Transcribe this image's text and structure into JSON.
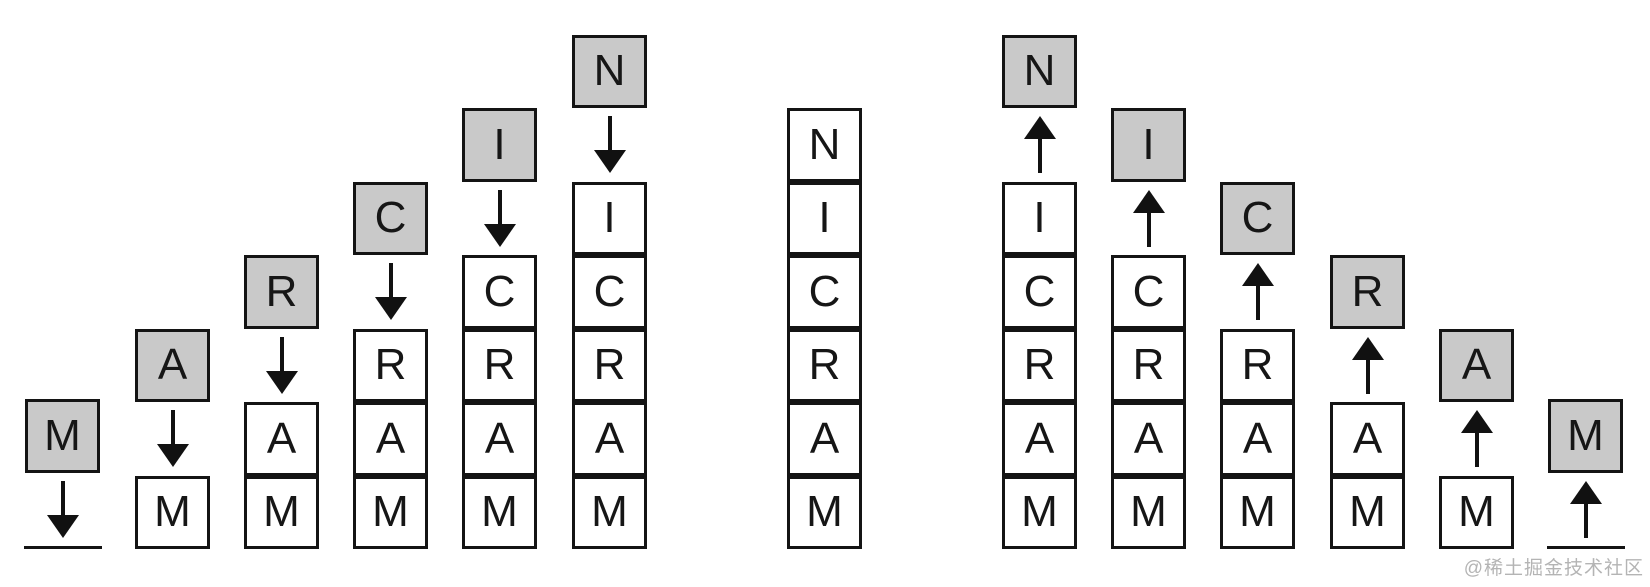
{
  "colors": {
    "background": "#ffffff",
    "cell_fill": "#ffffff",
    "moved_cell_fill": "#c9c9c9",
    "border": "#141414",
    "arrow": "#111111",
    "watermark": "#b4b4b4"
  },
  "watermark": {
    "text": "@稀土掘金技术社区"
  },
  "diagram": {
    "columns": [
      {
        "id": "push-1",
        "phase": "push",
        "moving": "M",
        "arrow": "down",
        "stack": [],
        "baseline": true
      },
      {
        "id": "push-2",
        "phase": "push",
        "moving": "A",
        "arrow": "down",
        "stack": [
          "M"
        ],
        "baseline": false
      },
      {
        "id": "push-3",
        "phase": "push",
        "moving": "R",
        "arrow": "down",
        "stack": [
          "A",
          "M"
        ],
        "baseline": false
      },
      {
        "id": "push-4",
        "phase": "push",
        "moving": "C",
        "arrow": "down",
        "stack": [
          "R",
          "A",
          "M"
        ],
        "baseline": false
      },
      {
        "id": "push-5",
        "phase": "push",
        "moving": "I",
        "arrow": "down",
        "stack": [
          "C",
          "R",
          "A",
          "M"
        ],
        "baseline": false
      },
      {
        "id": "push-6",
        "phase": "push",
        "moving": "N",
        "arrow": "down",
        "stack": [
          "I",
          "C",
          "R",
          "A",
          "M"
        ],
        "baseline": false
      },
      {
        "id": "full-stack",
        "phase": "stack",
        "moving": null,
        "arrow": null,
        "stack": [
          "N",
          "I",
          "C",
          "R",
          "A",
          "M"
        ],
        "baseline": false
      },
      {
        "id": "pop-1",
        "phase": "pop",
        "moving": "N",
        "arrow": "up",
        "stack": [
          "I",
          "C",
          "R",
          "A",
          "M"
        ],
        "baseline": false
      },
      {
        "id": "pop-2",
        "phase": "pop",
        "moving": "I",
        "arrow": "up",
        "stack": [
          "C",
          "R",
          "A",
          "M"
        ],
        "baseline": false
      },
      {
        "id": "pop-3",
        "phase": "pop",
        "moving": "C",
        "arrow": "up",
        "stack": [
          "R",
          "A",
          "M"
        ],
        "baseline": false
      },
      {
        "id": "pop-4",
        "phase": "pop",
        "moving": "R",
        "arrow": "up",
        "stack": [
          "A",
          "M"
        ],
        "baseline": false
      },
      {
        "id": "pop-5",
        "phase": "pop",
        "moving": "A",
        "arrow": "up",
        "stack": [
          "M"
        ],
        "baseline": false
      },
      {
        "id": "pop-6",
        "phase": "pop",
        "moving": "M",
        "arrow": "up",
        "stack": [],
        "baseline": true
      }
    ]
  }
}
